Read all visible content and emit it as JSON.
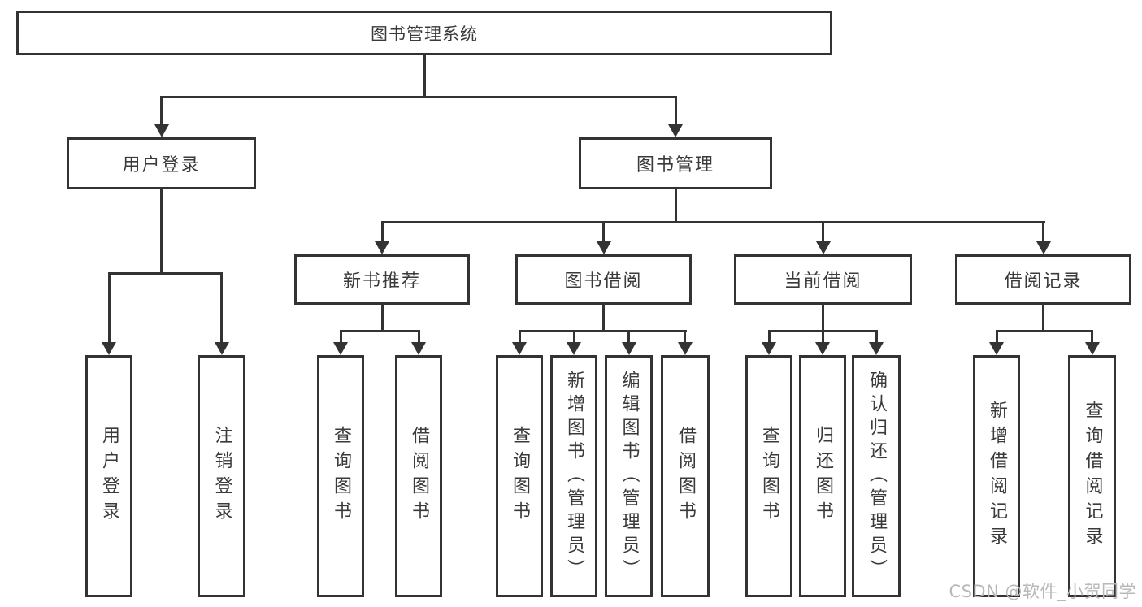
{
  "diagram_title": "图书管理系统",
  "tree": {
    "root": {
      "label": "图书管理系统",
      "children": [
        {
          "label": "用户登录",
          "children": [
            {
              "label": "用户登录"
            },
            {
              "label": "注销登录"
            }
          ]
        },
        {
          "label": "图书管理",
          "children": [
            {
              "label": "新书推荐",
              "children": [
                {
                  "label": "查询图书"
                },
                {
                  "label": "借阅图书"
                }
              ]
            },
            {
              "label": "图书借阅",
              "children": [
                {
                  "label": "查询图书"
                },
                {
                  "label": "新增图书（管理员）"
                },
                {
                  "label": "编辑图书（管理员）"
                },
                {
                  "label": "借阅图书"
                }
              ]
            },
            {
              "label": "当前借阅",
              "children": [
                {
                  "label": "查询图书"
                },
                {
                  "label": "归还图书"
                },
                {
                  "label": "确认归还（管理员）"
                }
              ]
            },
            {
              "label": "借阅记录",
              "children": [
                {
                  "label": "新增借阅记录"
                },
                {
                  "label": "查询借阅记录"
                }
              ]
            }
          ]
        }
      ]
    }
  },
  "watermark": {
    "text": "CSDN @软件_小贺同学"
  },
  "colors": {
    "line": "#333333",
    "box_border": "#333333",
    "text": "#3a3a3a",
    "watermark": "#b8b8b8",
    "background": "#ffffff"
  }
}
